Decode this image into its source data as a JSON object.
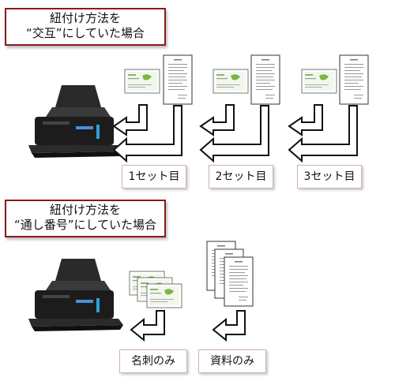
{
  "section_alternate": {
    "title_line1": "紐付け方法を",
    "title_line2": "“交互”にしていた場合",
    "sets": [
      "1セット目",
      "2セット目",
      "3セット目"
    ]
  },
  "section_sequential": {
    "title_line1": "紐付け方法を",
    "title_line2": "“通し番号”にしていた場合",
    "labels": [
      "名刺のみ",
      "資料のみ"
    ]
  },
  "colors": {
    "title_border": "#8b1a1a",
    "scanner_body": "#1c1c1c",
    "card_accent": "#7ab648"
  },
  "icons": [
    "scanner-icon",
    "business-card-icon",
    "document-icon",
    "feed-arrow-icon"
  ]
}
